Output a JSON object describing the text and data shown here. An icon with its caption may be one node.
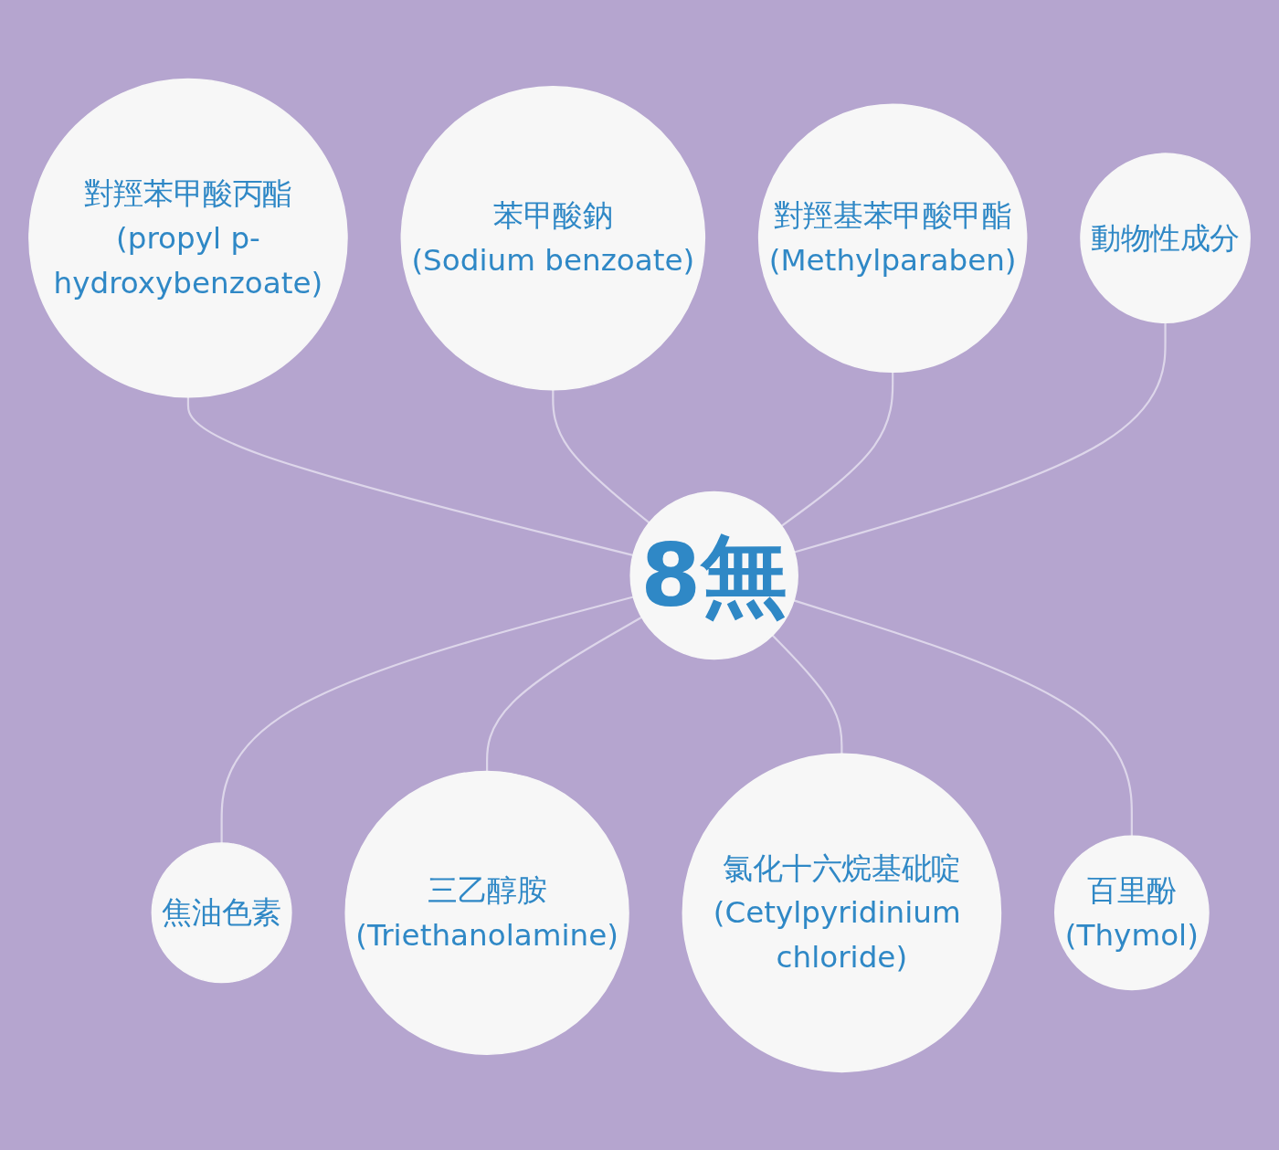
{
  "diagram": {
    "nodes": [
      {
        "text": [
          "8無"
        ]
      },
      {
        "text": [
          "對羥苯甲酸丙酯",
          "(propyl p-hydroxybenzoate)"
        ]
      },
      {
        "text": [
          "苯甲酸鈉",
          "(Sodium benzoate)"
        ]
      },
      {
        "text": [
          "對羥基苯甲酸甲酯",
          "(Methylparaben)"
        ]
      },
      {
        "text": [
          "動物性成分"
        ]
      },
      {
        "text": [
          "焦油色素"
        ]
      },
      {
        "text": [
          "三乙醇胺",
          "(Triethanolamine)"
        ]
      },
      {
        "text": [
          "氯化十六烷基砒啶",
          "(Cetylpyridinium chloride)"
        ]
      },
      {
        "text": [
          "百里酚",
          "(Thymol)"
        ]
      }
    ],
    "edges": [
      {
        "from": 0,
        "to": 1,
        "arrow": "none"
      },
      {
        "from": 0,
        "to": 2,
        "arrow": "none"
      },
      {
        "from": 0,
        "to": 3,
        "arrow": "none"
      },
      {
        "from": 0,
        "to": 4,
        "arrow": "none"
      },
      {
        "from": 0,
        "to": 5,
        "arrow": "none"
      },
      {
        "from": 0,
        "to": 6,
        "arrow": "none"
      },
      {
        "from": 0,
        "to": 7,
        "arrow": "none"
      },
      {
        "from": 0,
        "to": 8,
        "arrow": "none"
      }
    ]
  }
}
